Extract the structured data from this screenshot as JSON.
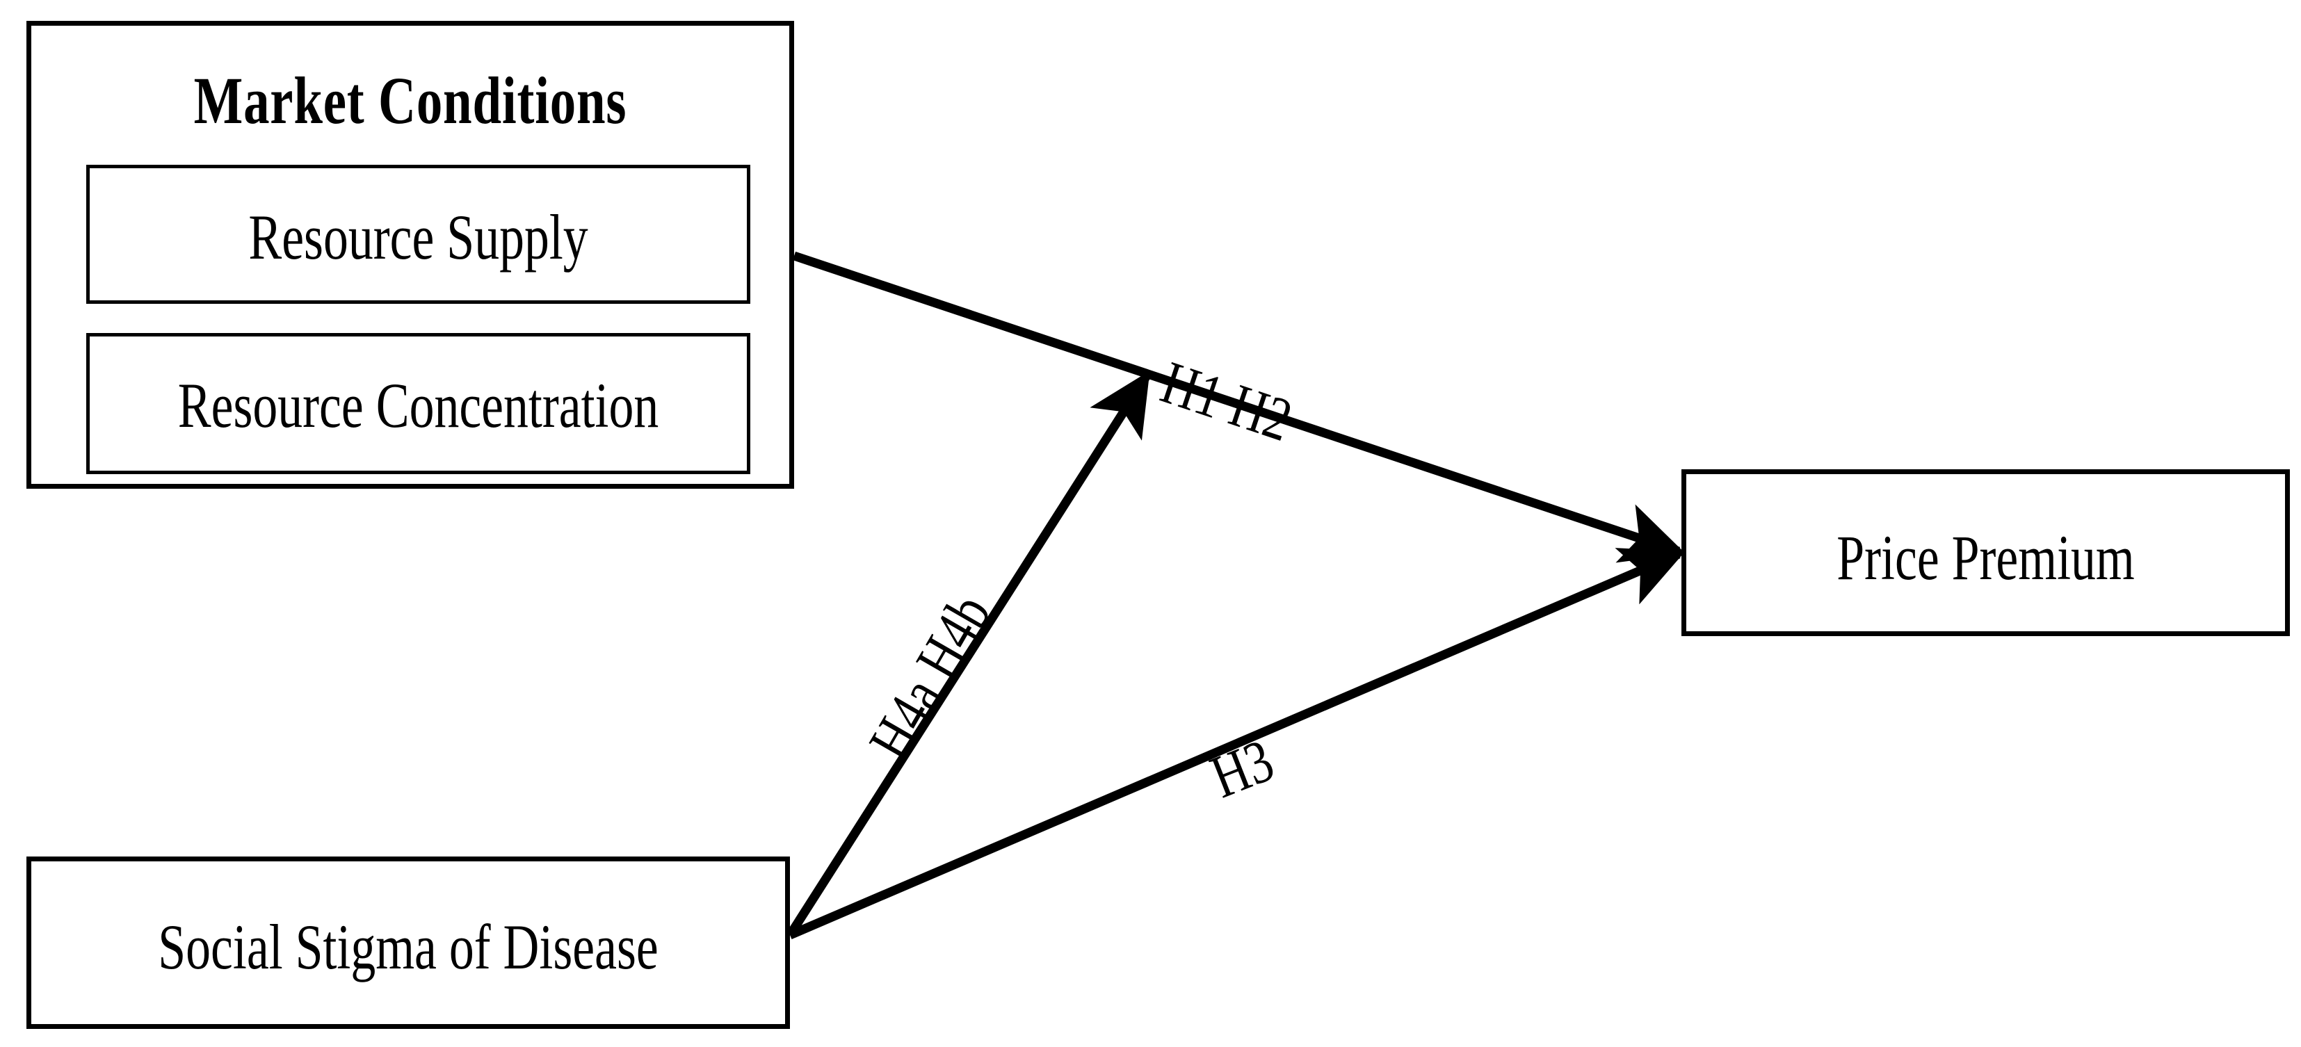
{
  "diagram": {
    "type": "conceptual-research-model",
    "background_color": "#ffffff",
    "line_color": "#000000",
    "nodes": {
      "market_conditions": {
        "title": "Market Conditions",
        "children": [
          {
            "label": "Resource Supply"
          },
          {
            "label": "Resource Concentration"
          }
        ]
      },
      "social_stigma": {
        "label": "Social Stigma of Disease"
      },
      "price_premium": {
        "label": "Price Premium"
      }
    },
    "edges": [
      {
        "id": "h1h2",
        "label": "H1 H2",
        "from": "market_conditions",
        "to": "price_premium",
        "arrowhead": "end"
      },
      {
        "id": "h3",
        "label": "H3",
        "from": "social_stigma",
        "to": "price_premium",
        "arrowhead": "end"
      },
      {
        "id": "h4",
        "label": "H4a H4b",
        "from": "social_stigma",
        "to": "h1h2",
        "arrowhead": "end"
      }
    ]
  }
}
